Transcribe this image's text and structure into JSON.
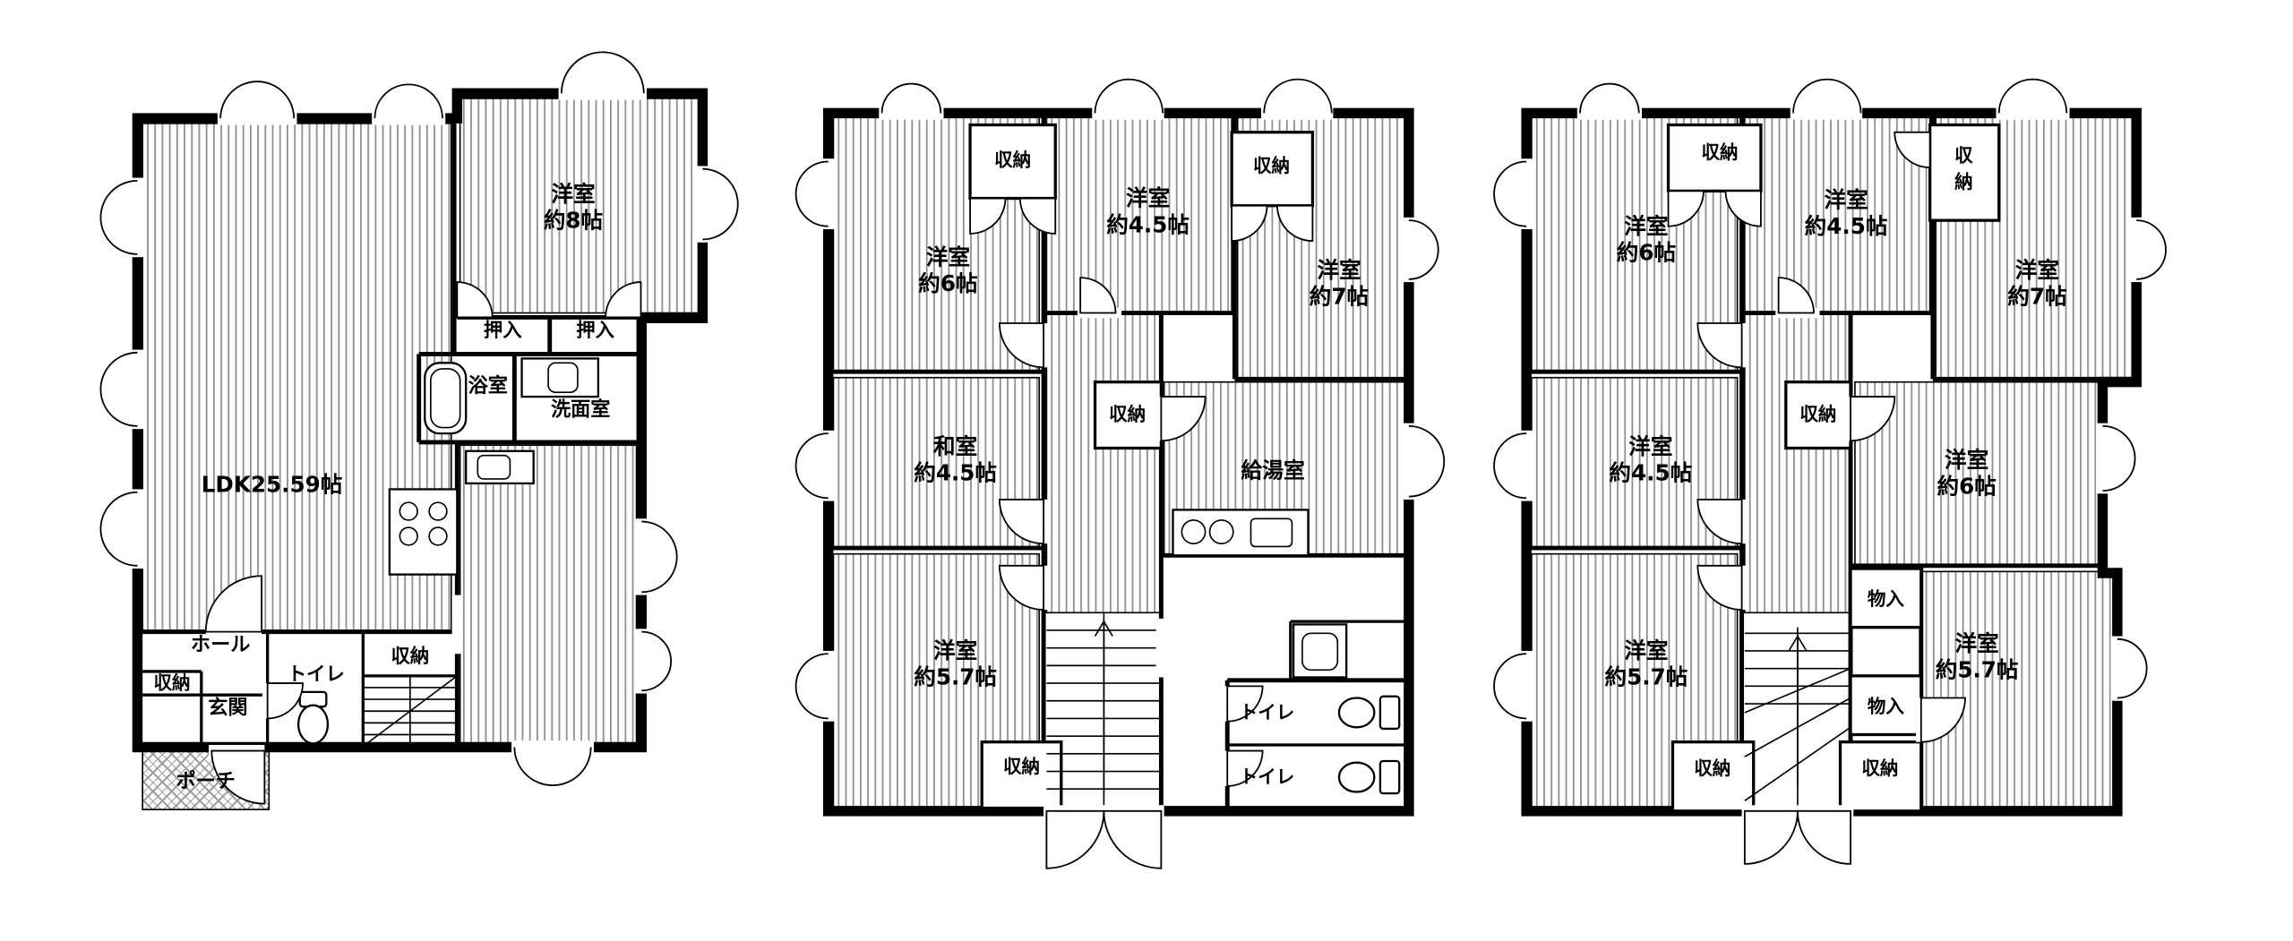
{
  "plan": {
    "colors": {
      "wall": "#000000",
      "hatch": "#8f8f8f",
      "background": "#ffffff"
    }
  },
  "floors": [
    {
      "rooms": {
        "ldk": {
          "label": "LDK25.59帖"
        },
        "yoshitsu8": {
          "label": "洋室",
          "size": "約8帖"
        },
        "oshiire_a": {
          "label": "押入"
        },
        "oshiire_b": {
          "label": "押入"
        },
        "yokushitsu": {
          "label": "浴室"
        },
        "senmen": {
          "label": "洗面室"
        },
        "hall": {
          "label": "ホール"
        },
        "shuno_left": {
          "label": "収納"
        },
        "toilet": {
          "label": "トイレ"
        },
        "shuno_stair": {
          "label": "収納"
        },
        "genkan": {
          "label": "玄関"
        },
        "porch": {
          "label": "ポーチ"
        }
      }
    },
    {
      "rooms": {
        "shuno_tl": {
          "label": "収納"
        },
        "yoshitsu6": {
          "label": "洋室",
          "size": "約6帖"
        },
        "yoshitsu45": {
          "label": "洋室",
          "size": "約4.5帖"
        },
        "shuno_tm": {
          "label": "収納"
        },
        "yoshitsu7": {
          "label": "洋室",
          "size": "約7帖"
        },
        "washitsu45": {
          "label": "和室",
          "size": "約4.5帖"
        },
        "shuno_center": {
          "label": "収納"
        },
        "kyutoshitsu": {
          "label": "給湯室"
        },
        "yoshitsu57": {
          "label": "洋室",
          "size": "約5.7帖"
        },
        "shuno_bottom": {
          "label": "収納"
        },
        "toilet_a": {
          "label": "トイレ"
        },
        "toilet_b": {
          "label": "トイレ"
        }
      }
    },
    {
      "rooms": {
        "shuno_tl": {
          "label": "収納"
        },
        "yoshitsu6_top": {
          "label": "洋室",
          "size": "約6帖"
        },
        "yoshitsu45_top": {
          "label": "洋室",
          "size": "約4.5帖"
        },
        "shuno_tr_a": {
          "label": "収"
        },
        "shuno_tr_b": {
          "label": "納"
        },
        "yoshitsu7": {
          "label": "洋室",
          "size": "約7帖"
        },
        "yoshitsu45_mid": {
          "label": "洋室",
          "size": "約4.5帖"
        },
        "shuno_center": {
          "label": "収納"
        },
        "yoshitsu6_mid": {
          "label": "洋室",
          "size": "約6帖"
        },
        "monoire_a": {
          "label": "物入"
        },
        "yoshitsu57_l": {
          "label": "洋室",
          "size": "約5.7帖"
        },
        "yoshitsu57_r": {
          "label": "洋室",
          "size": "約5.7帖"
        },
        "monoire_b": {
          "label": "物入"
        },
        "shuno_bl": {
          "label": "収納"
        },
        "shuno_br": {
          "label": "収納"
        }
      }
    }
  ]
}
